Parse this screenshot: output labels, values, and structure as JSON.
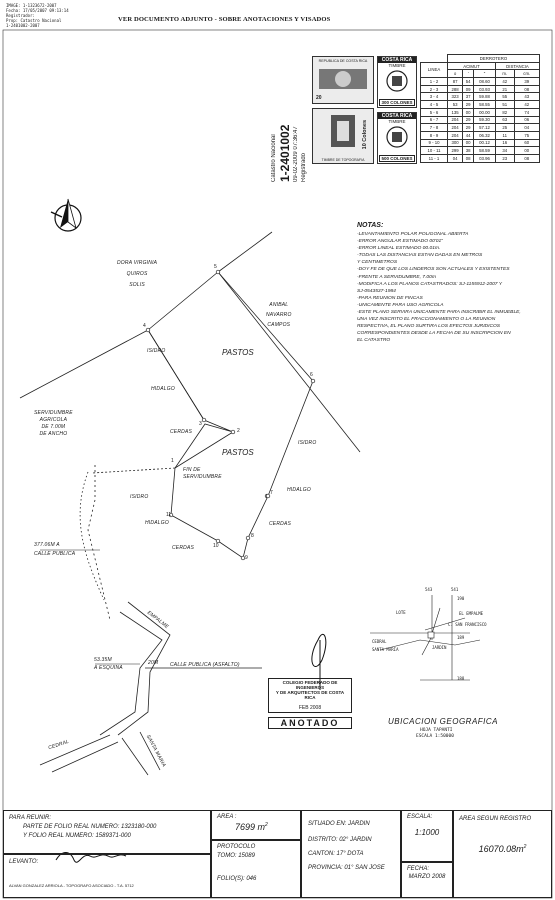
{
  "doc_header": {
    "left_lines": [
      "IMAGE: 1-1323672-2007",
      "Fecha: 17/05/2007 09:13:14",
      "Registrador: ",
      "Prop: Catastro Nacional",
      "1-2401002-2007"
    ],
    "title": "VER DOCUMENTO ADJUNTO - SOBRE ANOTACIONES Y VISADOS"
  },
  "catastro": {
    "line1": "Catastro Nacional",
    "number": "1-2401002",
    "line3": "09-02-2009 07:36:47",
    "line4": "Registrado"
  },
  "stamps": {
    "country": "COSTA RICA",
    "timbre": "TIMBRE",
    "value1": "300 COLONES",
    "value2": "500 COLONES",
    "side_label": "10 Colones",
    "republica": "REPUBLICA DE COSTA RICA",
    "topografia": "TIMBRE DE TOPOGRAFIA",
    "num20": "20"
  },
  "derrotero": {
    "title": "DERROTERO",
    "col_linea": "LINEA",
    "col_acimut": "ACIMUT",
    "col_distancia": "DISTANCIA",
    "sub_deg": "o",
    "sub_min": "'",
    "sub_sec": "\"",
    "sub_m": "m.",
    "sub_cm": "cm.",
    "rows": [
      [
        "1 - 2",
        "87",
        "54",
        "08.60",
        "42",
        "39"
      ],
      [
        "2 - 3",
        "288",
        "09",
        "03.93",
        "21",
        "08"
      ],
      [
        "3 - 4",
        "323",
        "37",
        "59.88",
        "55",
        "43"
      ],
      [
        "4 - 5",
        "53",
        "29",
        "58.55",
        "51",
        "42"
      ],
      [
        "5 - 6",
        "135",
        "00",
        "00.00",
        "82",
        "74"
      ],
      [
        "6 - 7",
        "204",
        "29",
        "59.30",
        "63",
        "06"
      ],
      [
        "7 - 8",
        "204",
        "29",
        "57.12",
        "25",
        "04"
      ],
      [
        "8 - 9",
        "204",
        "44",
        "06.32",
        "11",
        "75"
      ],
      [
        "9 - 10",
        "300",
        "00",
        "00.12",
        "16",
        "60"
      ],
      [
        "10 - 11",
        "299",
        "38",
        "58.59",
        "34",
        "00"
      ],
      [
        "11 - 1",
        "04",
        "08",
        "03.96",
        "23",
        "08"
      ]
    ]
  },
  "notes": {
    "title": "NOTAS:",
    "items": [
      "-LEVANTAMIENTO POLAR POLIGONAL ABIERTA",
      "-ERROR ANGULAR ESTIMADO 00'01\"",
      "-ERROR LINEAL ESTIMADO 00.01m.",
      "-TODAS LAS DISTANCIAS ESTAN DADAS EN METROS",
      " Y CENTIMETROS",
      "-DOY FE DE QUE LOS LINDEROS SON ACTUALES Y EXISTENTES",
      "-FRENTE A SERVIDUMBRE, 7.00m",
      "-MODIFICA A LOS PLANOS CATASTRADOS: SJ-1155912-2007 Y",
      " SJ-0543537-1984",
      "-PARA REUNION DE FINCAS",
      "-UNICAMENTE PARA USO AGRICOLA",
      "-ESTE PLANO SERVIRA UNICAMENTE PARA INSCRIBIR EL INMUEBLE,",
      " UNA VEZ INSCRITO EL FRACCIONAMIENTO O LA REUNION",
      " RESPECTIVA, EL PLANO SURTIRA LOS EFECTOS JURIDICOS",
      " CORRESPONDIENTES DESDE LA FECHA DE SU INSCRIPCION EN",
      " EL CATASTRO"
    ]
  },
  "map": {
    "neighbor_dora": [
      "DORA VIRGINIA",
      "QUIROS",
      "SOLIS"
    ],
    "neighbor_anibal": [
      "ANIBAL",
      "NAVARRO",
      "CAMPOS"
    ],
    "isidro": "ISIDRO",
    "hidalgo": "HIDALGO",
    "cerdas": "CERDAS",
    "pastos": "PASTOS",
    "fin_serv": [
      "FIN DE",
      "SERVIDUMBRE"
    ],
    "servidumbre": [
      "SERVIDUMBRE",
      "AGRICOLA",
      "DE 7.00m",
      "de ancho"
    ],
    "calle_publica_dist": [
      "377.06m A",
      "CALLE PUBLICA"
    ],
    "esquina_dist": [
      "53.35m",
      "A ESQUINA"
    ],
    "calle_asfalto": "CALLE PUBLICA (ASFALTO)",
    "width_20": "20m",
    "empalme": "EMPALME",
    "cedral": "CEDRAL",
    "santa_maria": "SANTA MARIA",
    "points": [
      "1",
      "2",
      "3",
      "4",
      "5",
      "6",
      "7",
      "8",
      "9",
      "10",
      "11"
    ]
  },
  "location": {
    "title": "UBICACION GEOGRAFICA",
    "sheet": "HOJA TAPANTI",
    "scale": "ESCALA 1:50000",
    "coord1": "543",
    "coord2": "541",
    "coord3": "190",
    "coord4": "189",
    "coord5": "188",
    "lote": "LOTE",
    "el_empalme": "EL EMPALME",
    "san_francisco": "C. SAN FRANCISCO",
    "cedral": "CEDRAL",
    "santa_maria": "SANTA MARIA",
    "jardin": "JARDIN"
  },
  "colegio_stamp": {
    "line1": "COLEGIO FEDERADO DE INGENIEROS",
    "line2": "Y DE ARQUITECTOS DE COSTA RICA",
    "date": "FEB 2008",
    "anotado": "ANOTADO"
  },
  "title_block": {
    "para_reunir": "PARA REUNIR:",
    "folio1": "PARTE DE FOLIO REAL NUMERO: 1323180-000",
    "folio2": "Y FOLIO REAL NUMERO: 1589371-000",
    "levanto": "LEVANTO:",
    "surveyor": "ALVAN GONZALEZ ARRIOLA - TOPOGRAFO ASOCIADO - T.A. 5712",
    "area_label": "AREA :",
    "area_value": "7699 m",
    "protocolo": "PROTOCOLO",
    "tomo": "TOMO: 15089",
    "folios": "FOLIO(S): 046",
    "situado": "SITUADO EN: JARDIN",
    "distrito": "DISTRITO: 02° JARDIN",
    "canton": "CANTON: 17° DOTA",
    "provincia": "PROVINCIA: 01° SAN JOSE",
    "escala_label": "ESCALA:",
    "escala_value": "1:1000",
    "fecha_label": "FECHA:",
    "fecha_value": "MARZO 2008",
    "registro_label": "AREA SEGUN REGISTRO",
    "registro_value": "16070.08m"
  }
}
